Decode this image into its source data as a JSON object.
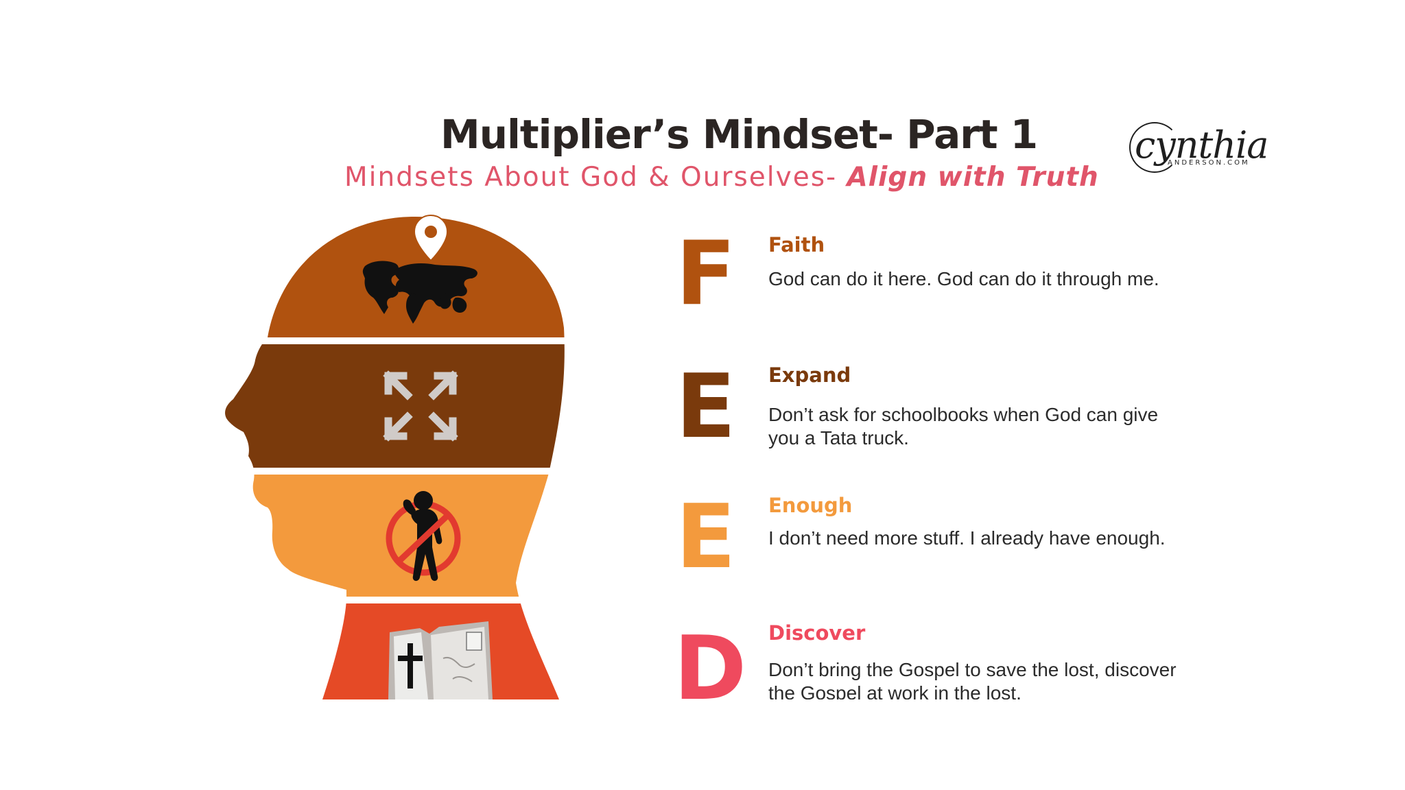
{
  "header": {
    "title": "Multiplier’s Mindset- Part 1",
    "subtitle_main": "Mindsets About God & Ourselves- ",
    "subtitle_emph": "Align with Truth"
  },
  "logo": {
    "script": "cynthia",
    "domain": "ANDERSON.COM"
  },
  "colors": {
    "faith": "#b0520f",
    "expand": "#7a3a0c",
    "enough": "#f39a3d",
    "discover": "#ef4a5e",
    "bottom_band": "#e54a26",
    "subtitle": "#e0556a"
  },
  "icons": [
    "world-map-pin-icon",
    "expand-arrows-icon",
    "no-begging-icon",
    "bible-map-icon"
  ],
  "items": [
    {
      "letter": "F",
      "heading": "Faith",
      "body": "God can do it here.  God can do it through me."
    },
    {
      "letter": "E",
      "heading": "Expand",
      "body": "Don’t ask for schoolbooks when God can give you a Tata truck."
    },
    {
      "letter": "E",
      "heading": "Enough",
      "body": "I don’t need more stuff.  I already have enough."
    },
    {
      "letter": "D",
      "heading": "Discover",
      "body": "Don’t bring the Gospel to save the lost, discover the Gospel at work in the lost."
    }
  ]
}
